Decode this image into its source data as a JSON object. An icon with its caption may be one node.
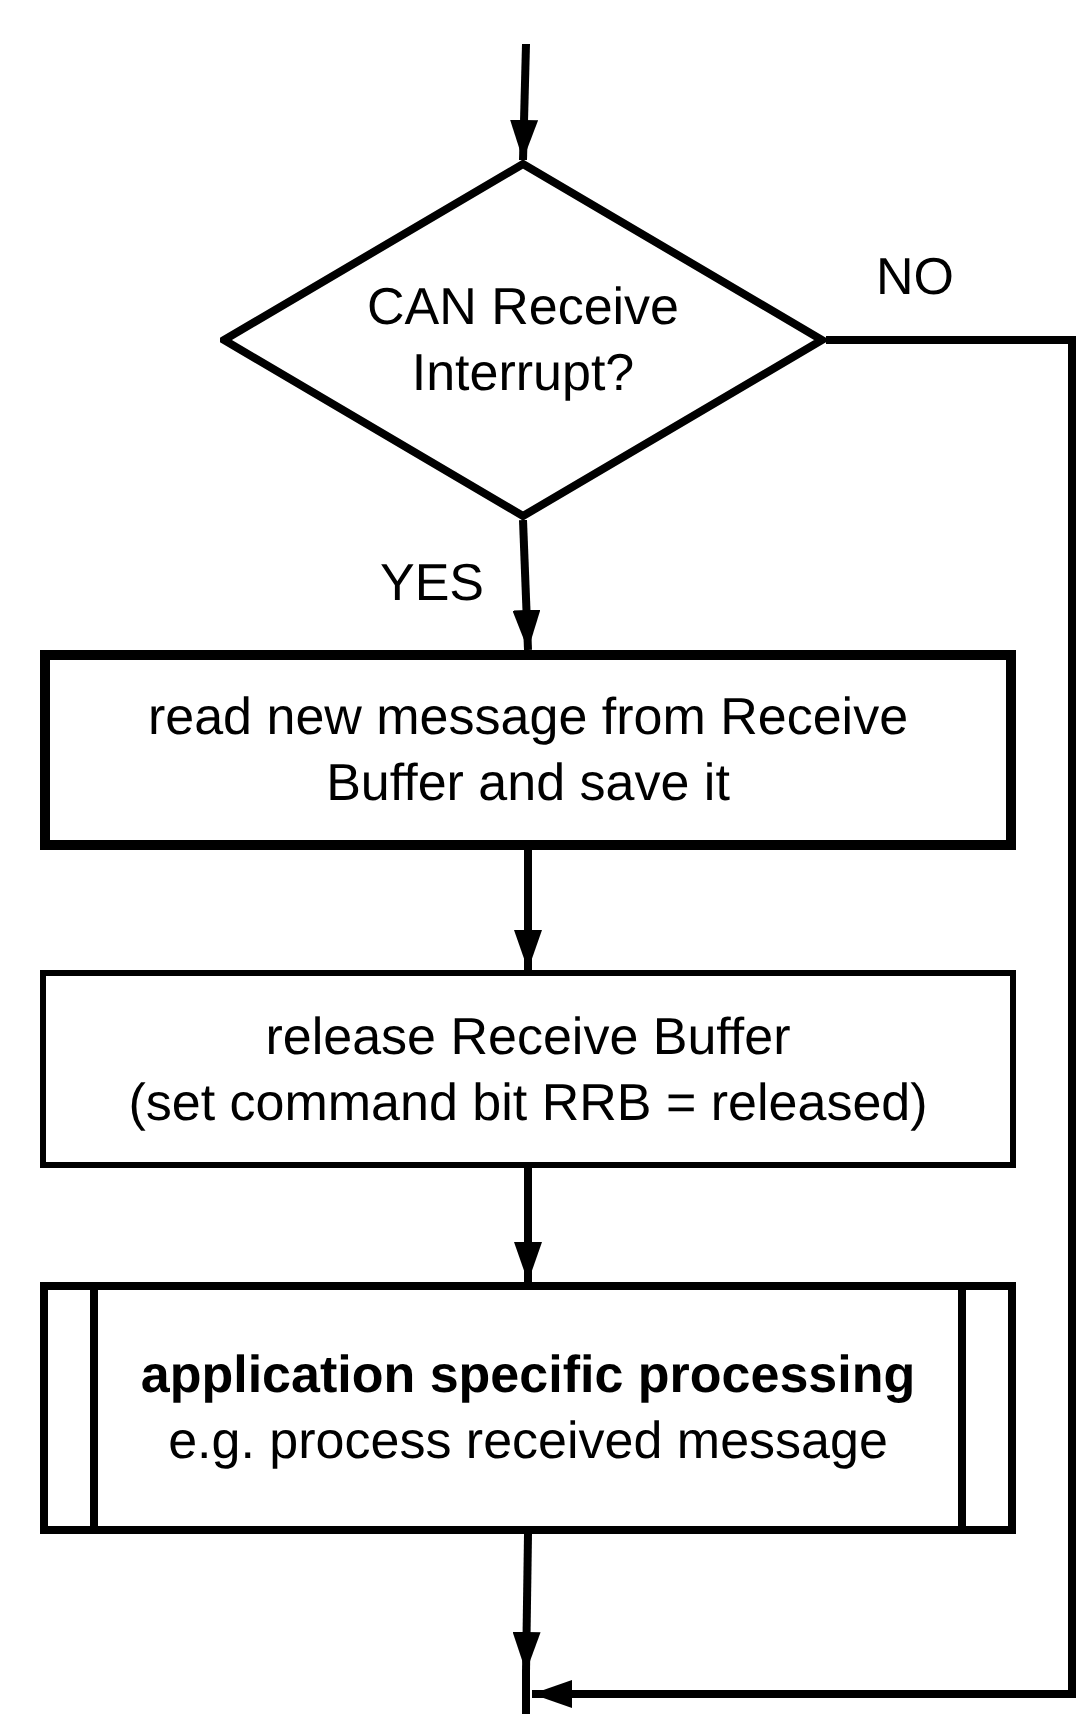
{
  "diagram": {
    "nodes": [
      {
        "text": [
          "CAN Receive Interrupt?"
        ]
      },
      {
        "text": [
          "read new message from Receive Buffer and save it"
        ]
      },
      {
        "text": [
          "release Receive Buffer",
          "(set command bit RRB = released)"
        ]
      },
      {
        "text": [
          "application specific processing",
          "e.g. process received message"
        ]
      }
    ],
    "edges": [
      {
        "from": null,
        "to": 0,
        "arrow": "to"
      },
      {
        "from": 0,
        "to": 1,
        "label": "YES",
        "arrow": "to"
      },
      {
        "from": 1,
        "to": 2,
        "arrow": "to"
      },
      {
        "from": 2,
        "to": 3,
        "arrow": "to"
      },
      {
        "from": 3,
        "to": null,
        "arrow": "to"
      },
      {
        "from": 0,
        "to": null,
        "label": "NO",
        "arrow": "to"
      }
    ]
  }
}
